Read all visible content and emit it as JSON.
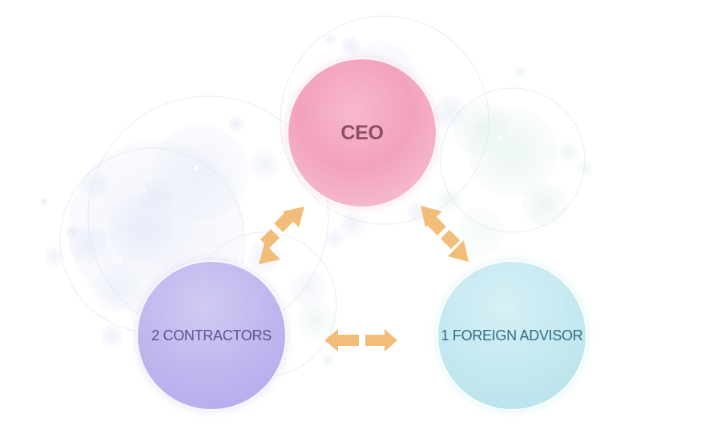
{
  "nodes": {
    "ceo": {
      "label": "CEO"
    },
    "contractors": {
      "label": "2 CONTRACTORS"
    },
    "advisor": {
      "label": "1 FOREIGN ADVISOR"
    }
  },
  "colors": {
    "ceo": "#f3a2bb",
    "contractors": "#b8b0ed",
    "advisor": "#c4e8f0",
    "arrow": "#f2bd78"
  },
  "connections": [
    {
      "from": "ceo",
      "to": "contractors"
    },
    {
      "from": "ceo",
      "to": "advisor"
    },
    {
      "from": "contractors",
      "to": "advisor"
    }
  ]
}
